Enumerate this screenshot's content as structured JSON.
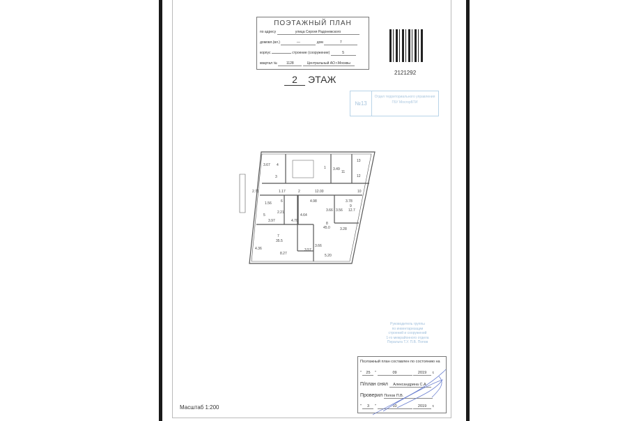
{
  "header": {
    "title": "ПОЭТАЖНЫЙ ПЛАН",
    "address_label": "по адресу",
    "address_value": "улица Сергия Радонежского",
    "domovl_label": "домовл.(вл.)",
    "domovl_value": "—",
    "dom_label": "дом",
    "dom_value": "7",
    "korpus_label": "корпус",
    "stroenie_label": "строение (сооружение)",
    "stroenie_value": "5",
    "kvartal_label": "квартал №",
    "kvartal_value": "1128",
    "district_value": "Центральный АО г.Москвы"
  },
  "qr_number": "2121292",
  "floor": {
    "number": "2",
    "label": "ЭТАЖ"
  },
  "stamp": {
    "number": "№13",
    "text": "Отдел территориального управления ГБУ МосгорБТИ"
  },
  "plan": {
    "rooms": [
      "1",
      "2",
      "3",
      "4",
      "5",
      "6",
      "7",
      "8",
      "9",
      "10",
      "11",
      "12",
      "13"
    ],
    "areas": {
      "r7": "35.5",
      "r8": "45.0",
      "r9": "12.7"
    },
    "dims": [
      "3.67",
      "3.49",
      "2.71",
      "1.17",
      "12.00",
      "1.56",
      "2.21",
      "4.98",
      "3.66",
      "3.56",
      "3.78",
      "3.97",
      "4.64",
      "4.70",
      "3.28",
      "4.36",
      "3.57",
      "3.66",
      "8.27",
      "5.20"
    ]
  },
  "signer": [
    "Руководитель группы",
    "по инвентаризации",
    "строений и сооружений",
    "1-го межрайонного отдела",
    "Перальта Т.У. П.В. Попов"
  ],
  "signoff": {
    "title": "Поэтажный план составлен по состоянию на",
    "date1_day": "25",
    "date1_month": "09",
    "date1_year": "2019",
    "year_suffix": "г.",
    "taken_label": "П/план снял",
    "taken_value": "Александрина С.А.",
    "checked_label": "Проверил",
    "checked_value": "Попов П.В.",
    "date2_day": "3",
    "date2_month": "10",
    "date2_year": "2019"
  },
  "scale": "Масштаб 1:200"
}
